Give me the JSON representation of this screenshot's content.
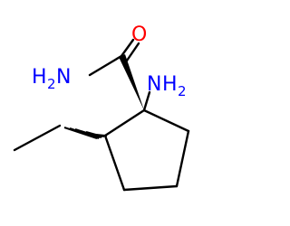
{
  "molecule": {
    "atoms": {
      "carbonyl_oxygen": {
        "symbol": "O",
        "color": "#ff0000"
      },
      "amide_nitrogen": {
        "label_h": "H",
        "label_h_count": "2",
        "label_n": "N",
        "color": "#0000ff"
      },
      "amine_nitrogen": {
        "label_n": "N",
        "label_h": "H",
        "label_h_count": "2",
        "color": "#0000ff"
      }
    },
    "bond_color": "#000000"
  }
}
